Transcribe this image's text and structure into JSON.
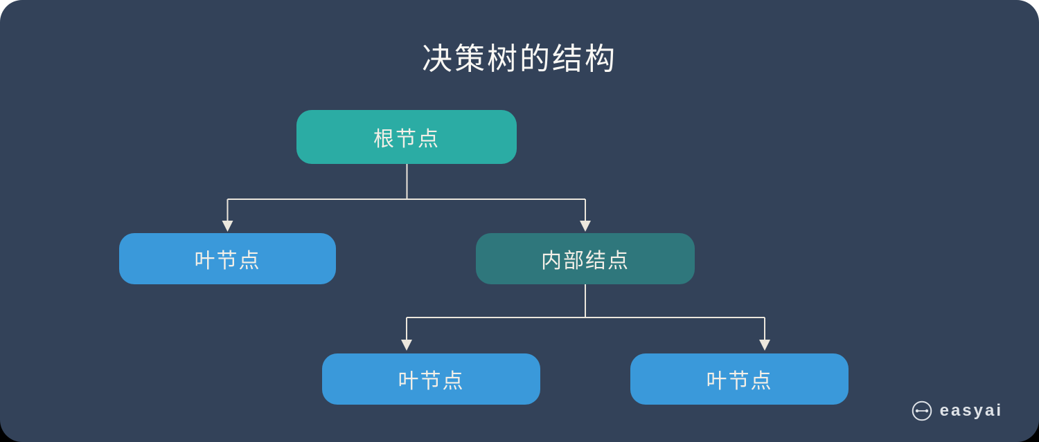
{
  "title": "决策树的结构",
  "nodes": {
    "root": {
      "label": "根节点",
      "color": "#2baca4"
    },
    "leaf_left": {
      "label": "叶节点",
      "color": "#3a99da"
    },
    "internal": {
      "label": "内部结点",
      "color": "#2f777c"
    },
    "leaf_bottom_left": {
      "label": "叶节点",
      "color": "#3a99da"
    },
    "leaf_bottom_right": {
      "label": "叶节点",
      "color": "#3a99da"
    }
  },
  "logo": {
    "brand": "easyai"
  },
  "colors": {
    "card_background": "#334259",
    "connector_line": "#ece7dd",
    "title_text": "#faf8f4",
    "node_text": "#f3efe7",
    "root_teal": "#2baca4",
    "internal_teal": "#2f777c",
    "leaf_blue": "#3a99da",
    "logo_text": "#dfe3e8"
  }
}
